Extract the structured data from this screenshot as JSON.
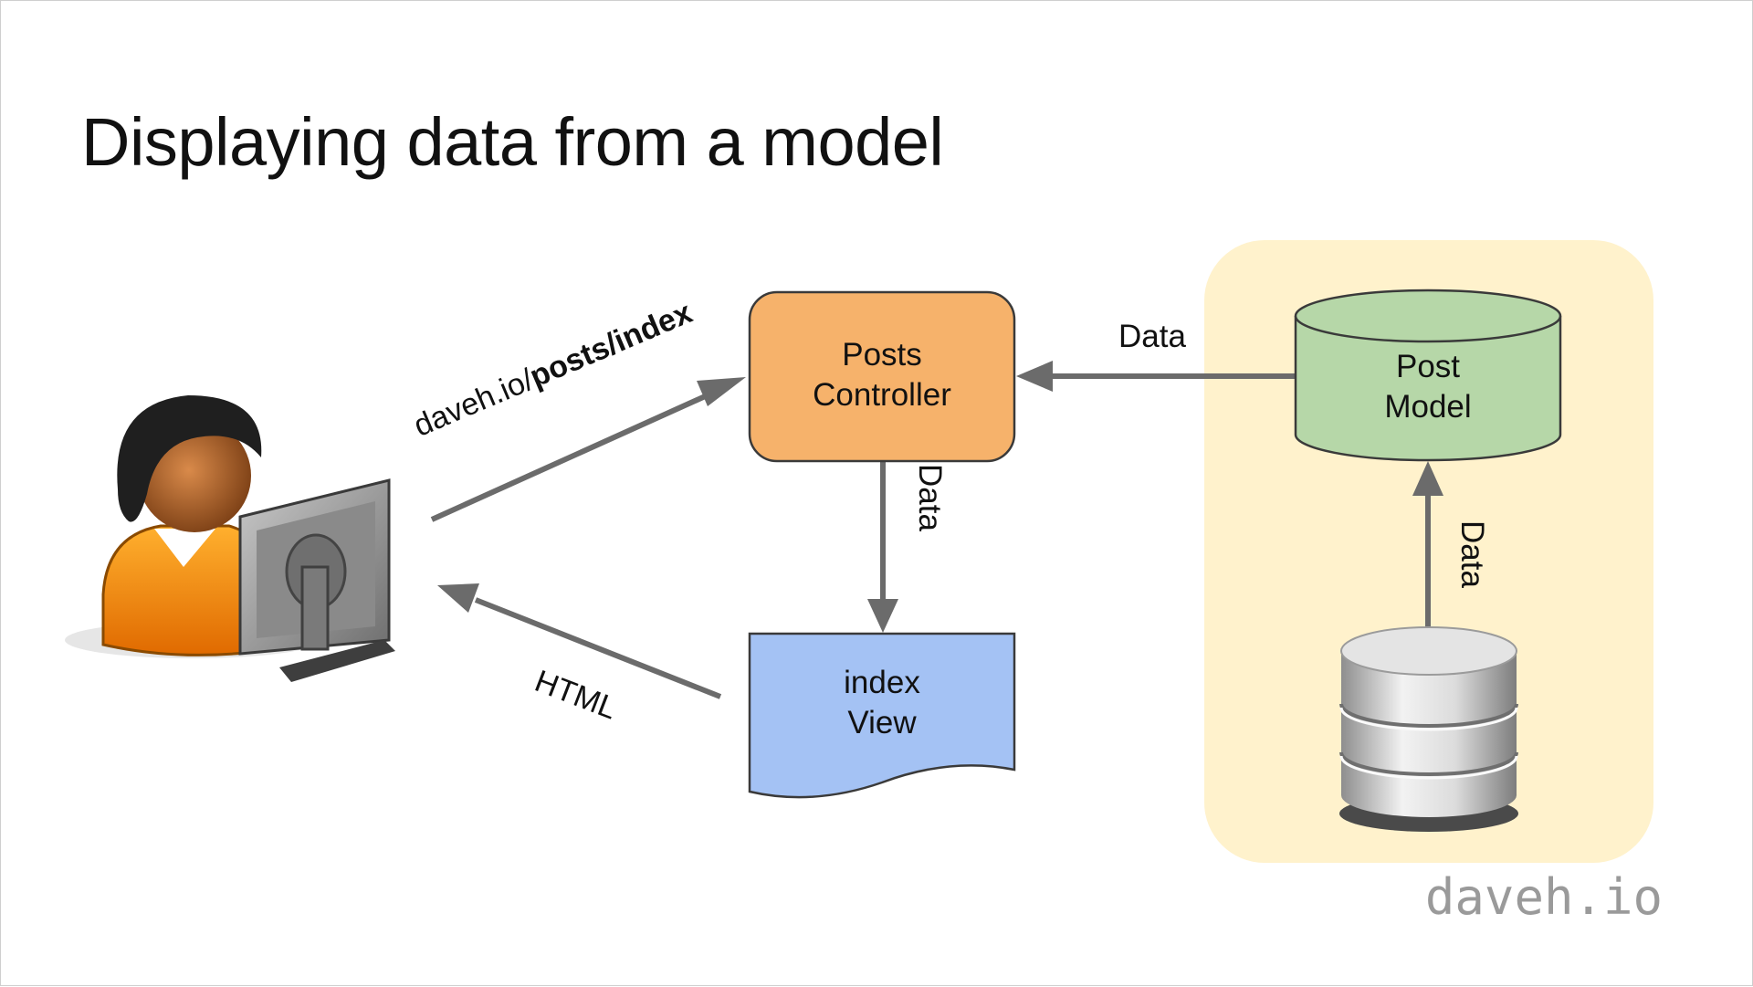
{
  "slide": {
    "title": "Displaying data from a model",
    "brand": "daveh.io"
  },
  "nodes": {
    "controller": {
      "line1": "Posts",
      "line2": "Controller",
      "color": "#f6b26b"
    },
    "view": {
      "line1": "index",
      "line2": "View",
      "color": "#a4c2f4"
    },
    "model": {
      "line1": "Post",
      "line2": "Model",
      "color": "#b6d7a8"
    },
    "model_region_color": "#fff2cc"
  },
  "edges": {
    "request_prefix": "daveh.io/",
    "request_bold": "posts/index",
    "model_to_controller": "Data",
    "controller_to_view": "Data",
    "db_to_model": "Data",
    "view_to_user": "HTML"
  },
  "icons": {
    "user": "user-at-computer-icon",
    "database": "database-icon"
  }
}
